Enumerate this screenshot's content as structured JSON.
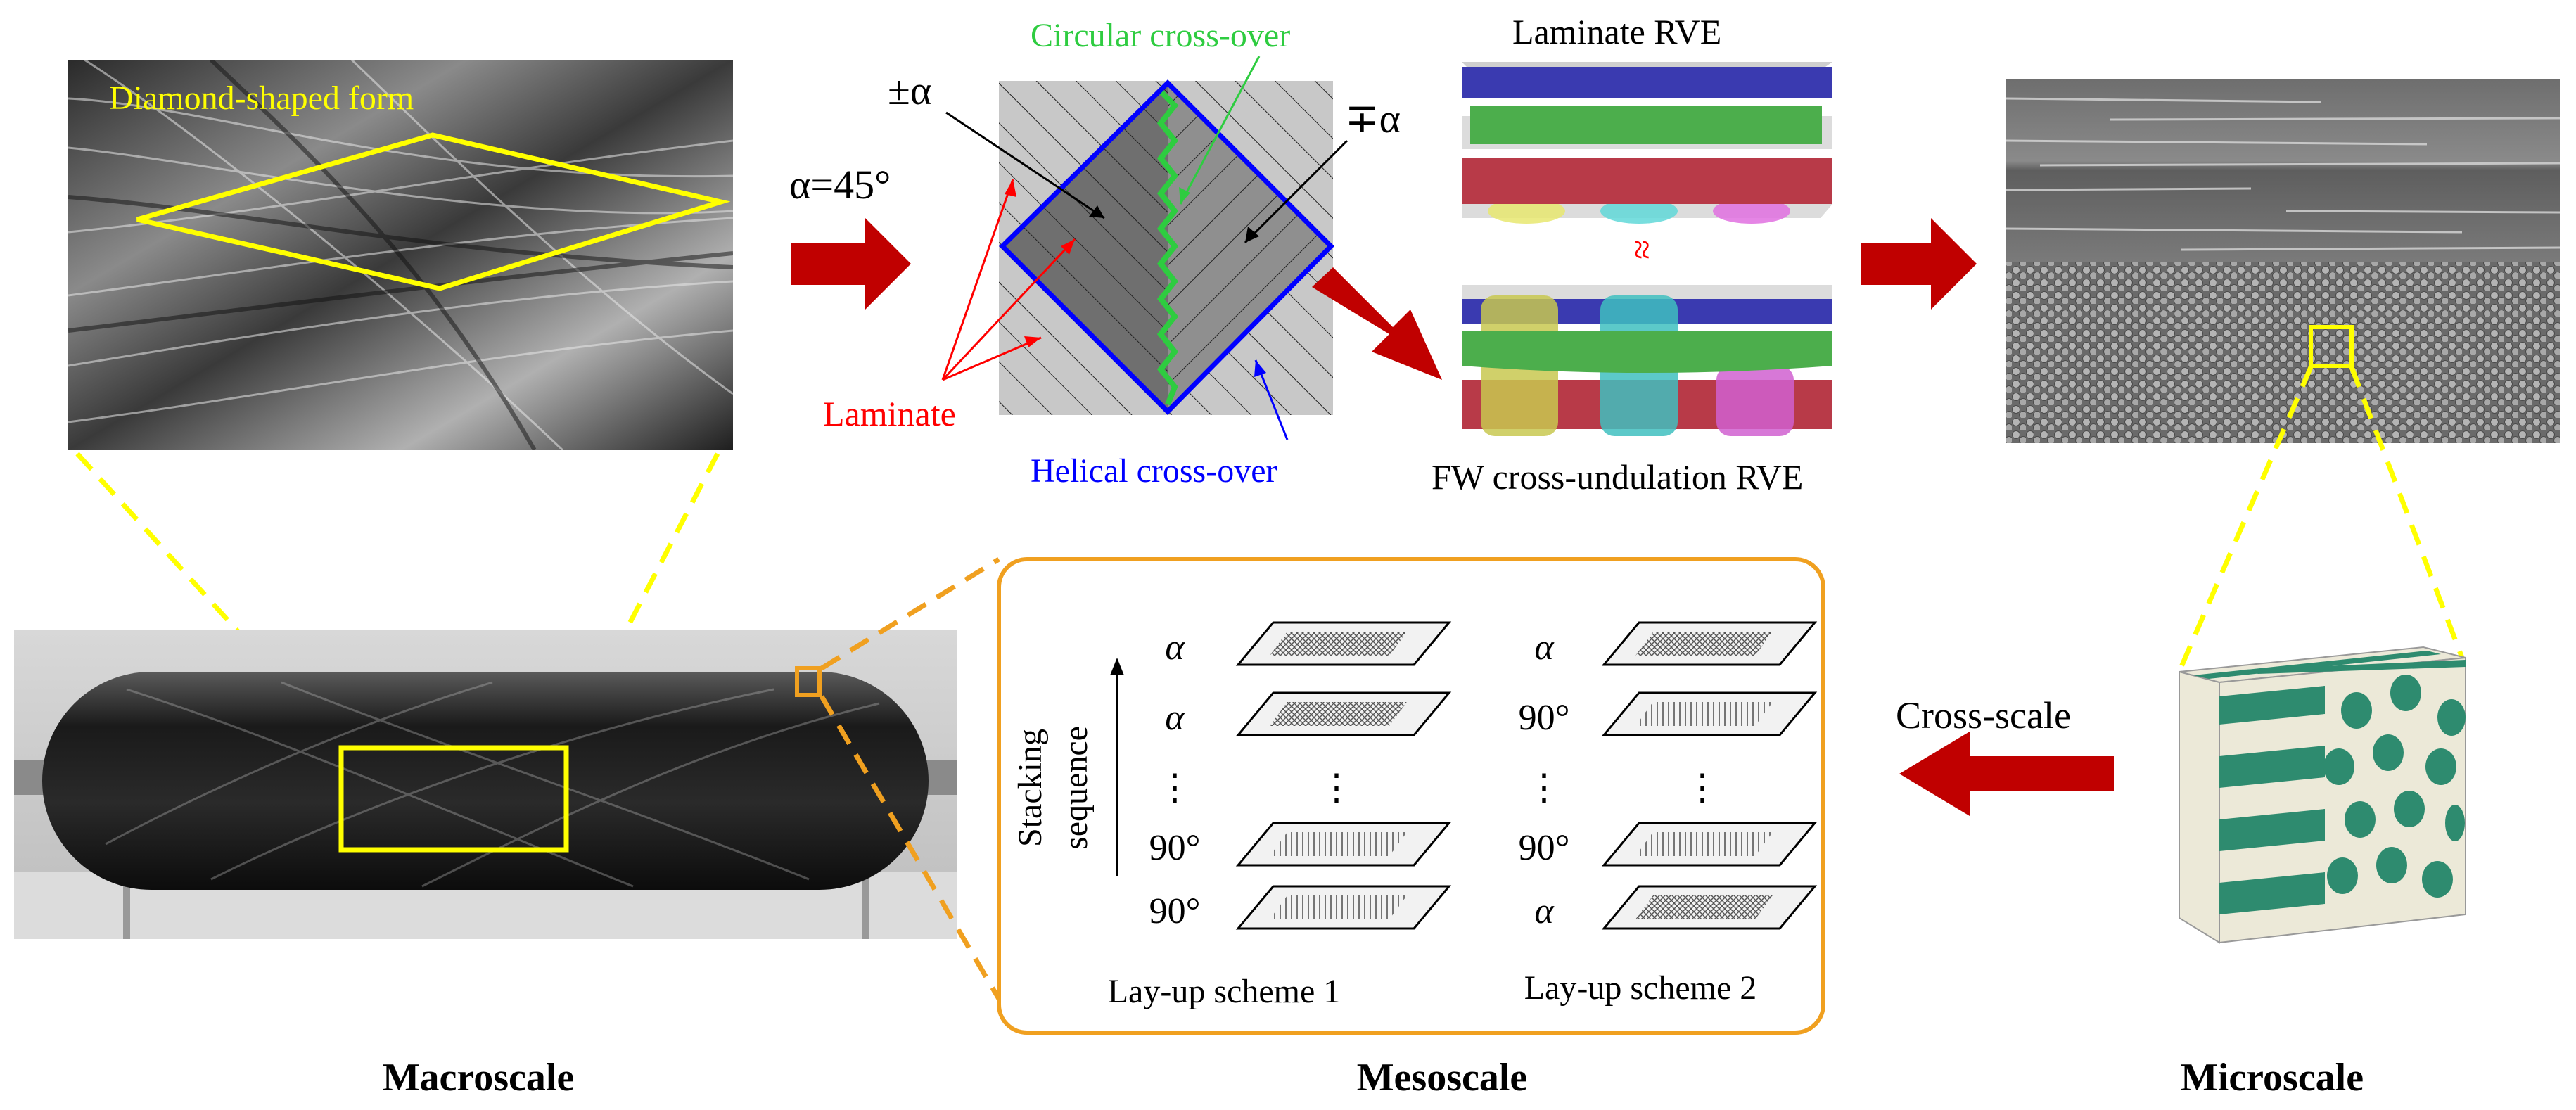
{
  "macro_photo": {
    "label": "Diamond-shaped form"
  },
  "angles": {
    "alpha_value": "α=45°",
    "plus_minus": "±α",
    "minus_plus": "∓α"
  },
  "crossover": {
    "circular": "Circular cross-over",
    "helical": "Helical cross-over",
    "laminate": "Laminate"
  },
  "rve": {
    "laminate_title": "Laminate RVE",
    "fw_title": "FW cross-undulation RVE",
    "approx_symbol": "≈"
  },
  "mesoscale": {
    "axis_label_line1": "Stacking",
    "axis_label_line2": "sequence",
    "scheme1": {
      "title": "Lay-up scheme 1",
      "layers": [
        "α",
        "α",
        "⋮",
        "90°",
        "90°"
      ]
    },
    "scheme2": {
      "title": "Lay-up scheme 2",
      "layers": [
        "α",
        "90°",
        "⋮",
        "90°",
        "α"
      ]
    },
    "ellipsis": "⋮"
  },
  "cross_scale": {
    "label": "Cross-scale"
  },
  "scale_labels": {
    "macro": "Macroscale",
    "meso": "Mesoscale",
    "micro": "Microscale"
  },
  "colors": {
    "arrow_red": "#c00000",
    "yellow": "#ffff00",
    "orange": "#f0a020",
    "blue": "#0000ff",
    "green": "#2ecc40",
    "laminate_red": "#ff0000",
    "fiber_green": "#2e8b6f"
  }
}
